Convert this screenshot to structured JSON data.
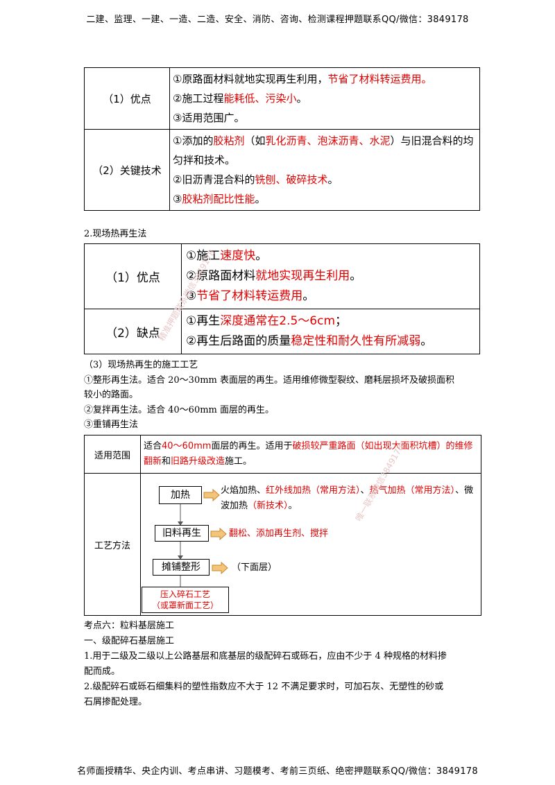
{
  "header": "二建、监理、一建、一造、二造、安全、消防、咨询、检测课程押题联系QQ/微信：3849178",
  "footer": "名师面授精华、央企内训、考点串讲、习题模考、考前三页纸、绝密押题联系QQ/微信：3849178",
  "table1": {
    "row1_label": "（1）优点",
    "row1_l1a": "①原路面材料就地实现再生利用，",
    "row1_l1b": "节省了材料转运费用。",
    "row1_l2a": "②施工过程",
    "row1_l2b": "能耗低、污染小",
    "row1_l2c": "。",
    "row1_l3": "③适用范围广。",
    "row2_label": "（2）关键技术",
    "row2_l1a": "①添加的",
    "row2_l1b": "胶粘剂",
    "row2_l1c": "（如",
    "row2_l1d": "乳化沥青、泡沫沥青、水泥",
    "row2_l1e": "）与旧混合料的均匀拌和技术。",
    "row2_l2a": "②旧沥青混合料的",
    "row2_l2b": "铣刨、破碎技术",
    "row2_l2c": "。",
    "row2_l3a": "③",
    "row2_l3b": "胶粘剂配比性能",
    "row2_l3c": "。"
  },
  "sec2_title": "2.现场热再生法",
  "table2": {
    "row1_label": "（1）优点",
    "row1_l1a": "①施工",
    "row1_l1b": "速度快",
    "row1_l1c": "。",
    "row1_l2a": "②原路面材料",
    "row1_l2b": "就地实现再生利用",
    "row1_l2c": "。",
    "row1_l3a": "③",
    "row1_l3b": "节省了材料转运费用",
    "row1_l3c": "。",
    "row2_label": "（2）缺点",
    "row2_l1a": "①再生",
    "row2_l1b": "深度通常在2.5～6cm",
    "row2_l1c": "；",
    "row2_l2a": "②再生后路面的质量",
    "row2_l2b": "稳定性和耐久性有所减弱",
    "row2_l2c": "。"
  },
  "text": {
    "p1": "（3）现场热再生的施工工艺",
    "p2": "①整形再生法。适合 20～30mm 表面层的再生。适用维修微型裂纹、磨耗层损坏及破损面积",
    "p2b": "较小的路面。",
    "p3": "②复拌再生法。适合 40～60mm 面层的再生。",
    "p4": "③重铺再生法"
  },
  "table3": {
    "row1_label": "适用范围",
    "row1_a": "适合",
    "row1_b": "40～60mm",
    "row1_c": "面层的再生。适用于",
    "row1_d": "破损较严重路面（如出现大面积坑槽）的维修翻新",
    "row1_e": "和",
    "row1_f": "旧路升级改造",
    "row1_g": "施工。",
    "row2_label": "工艺方法",
    "step1": "加热",
    "step1_a": "火焰加热、",
    "step1_b": "红外线加热（常用方法）",
    "step1_c": "、",
    "step1_d": "热气加热（常用方法）",
    "step1_e": "、微波加热",
    "step1_f": "（新技术）",
    "step1_g": "。",
    "step2": "旧料再生",
    "step2_a": "翻松、添加再生剂、搅拌",
    "step3": "摊铺整形",
    "step3_a": "（下面层）",
    "step4_l1": "压入碎石工艺",
    "step4_l2": "（或罩新面工艺）"
  },
  "sec6": {
    "l1": "考点六：粒料基层施工",
    "l2": "一、级配碎石基层施工",
    "l3": "1.用于二级及二级以上公路基层和底基层的级配碎石或砾石，应由不少于 4 种规格的材料掺",
    "l3b": "配而成。",
    "l4": "2.级配碎石或砾石细集料的塑性指数应不大于 12 不满足要求时，可加石灰、无塑性的砂或",
    "l4b": "石屑掺配处理。"
  },
  "watermarks": {
    "w1": "精准押题联系微信3849178",
    "w2": "唯一联系微信3849178"
  },
  "colors": {
    "accent": "#e00000",
    "arrow": "#e6a23c"
  }
}
